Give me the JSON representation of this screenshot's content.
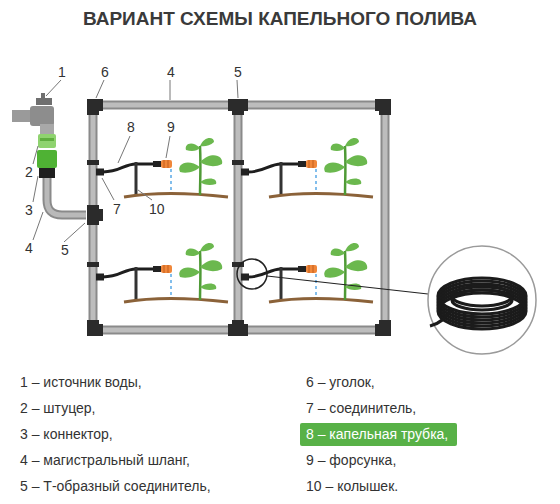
{
  "diagram": {
    "title": "ВАРИАНТ СХЕМЫ КАПЕЛЬНОГО ПОЛИВА",
    "nodes": [
      {
        "text": [
          "8 – капельная трубка,"
        ]
      }
    ],
    "labels": [
      "1",
      "6",
      "4",
      "5",
      "2",
      "3",
      "4",
      "5",
      "8",
      "9",
      "7",
      "10",
      "1 – источник воды,",
      "2 – штуцер,",
      "3 – коннектор,",
      "4 – магистральный шланг,",
      "5 – Т-образный соединитель,",
      "6 – уголок,",
      "7 – соединитель,",
      "9 – форсунка,",
      "10 – колышек."
    ]
  }
}
